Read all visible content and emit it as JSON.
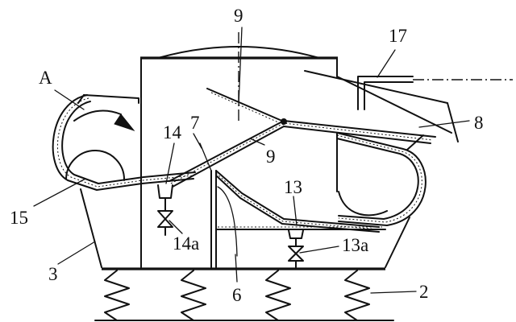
{
  "figure": {
    "labels": {
      "a": "A",
      "n2": "2",
      "n3": "3",
      "n6": "6",
      "n7": "7",
      "n8": "8",
      "n9_top": "9",
      "n9_mid": "9",
      "n13": "13",
      "n13a": "13a",
      "n14": "14",
      "n14a": "14a",
      "n15": "15",
      "n17": "17"
    }
  }
}
